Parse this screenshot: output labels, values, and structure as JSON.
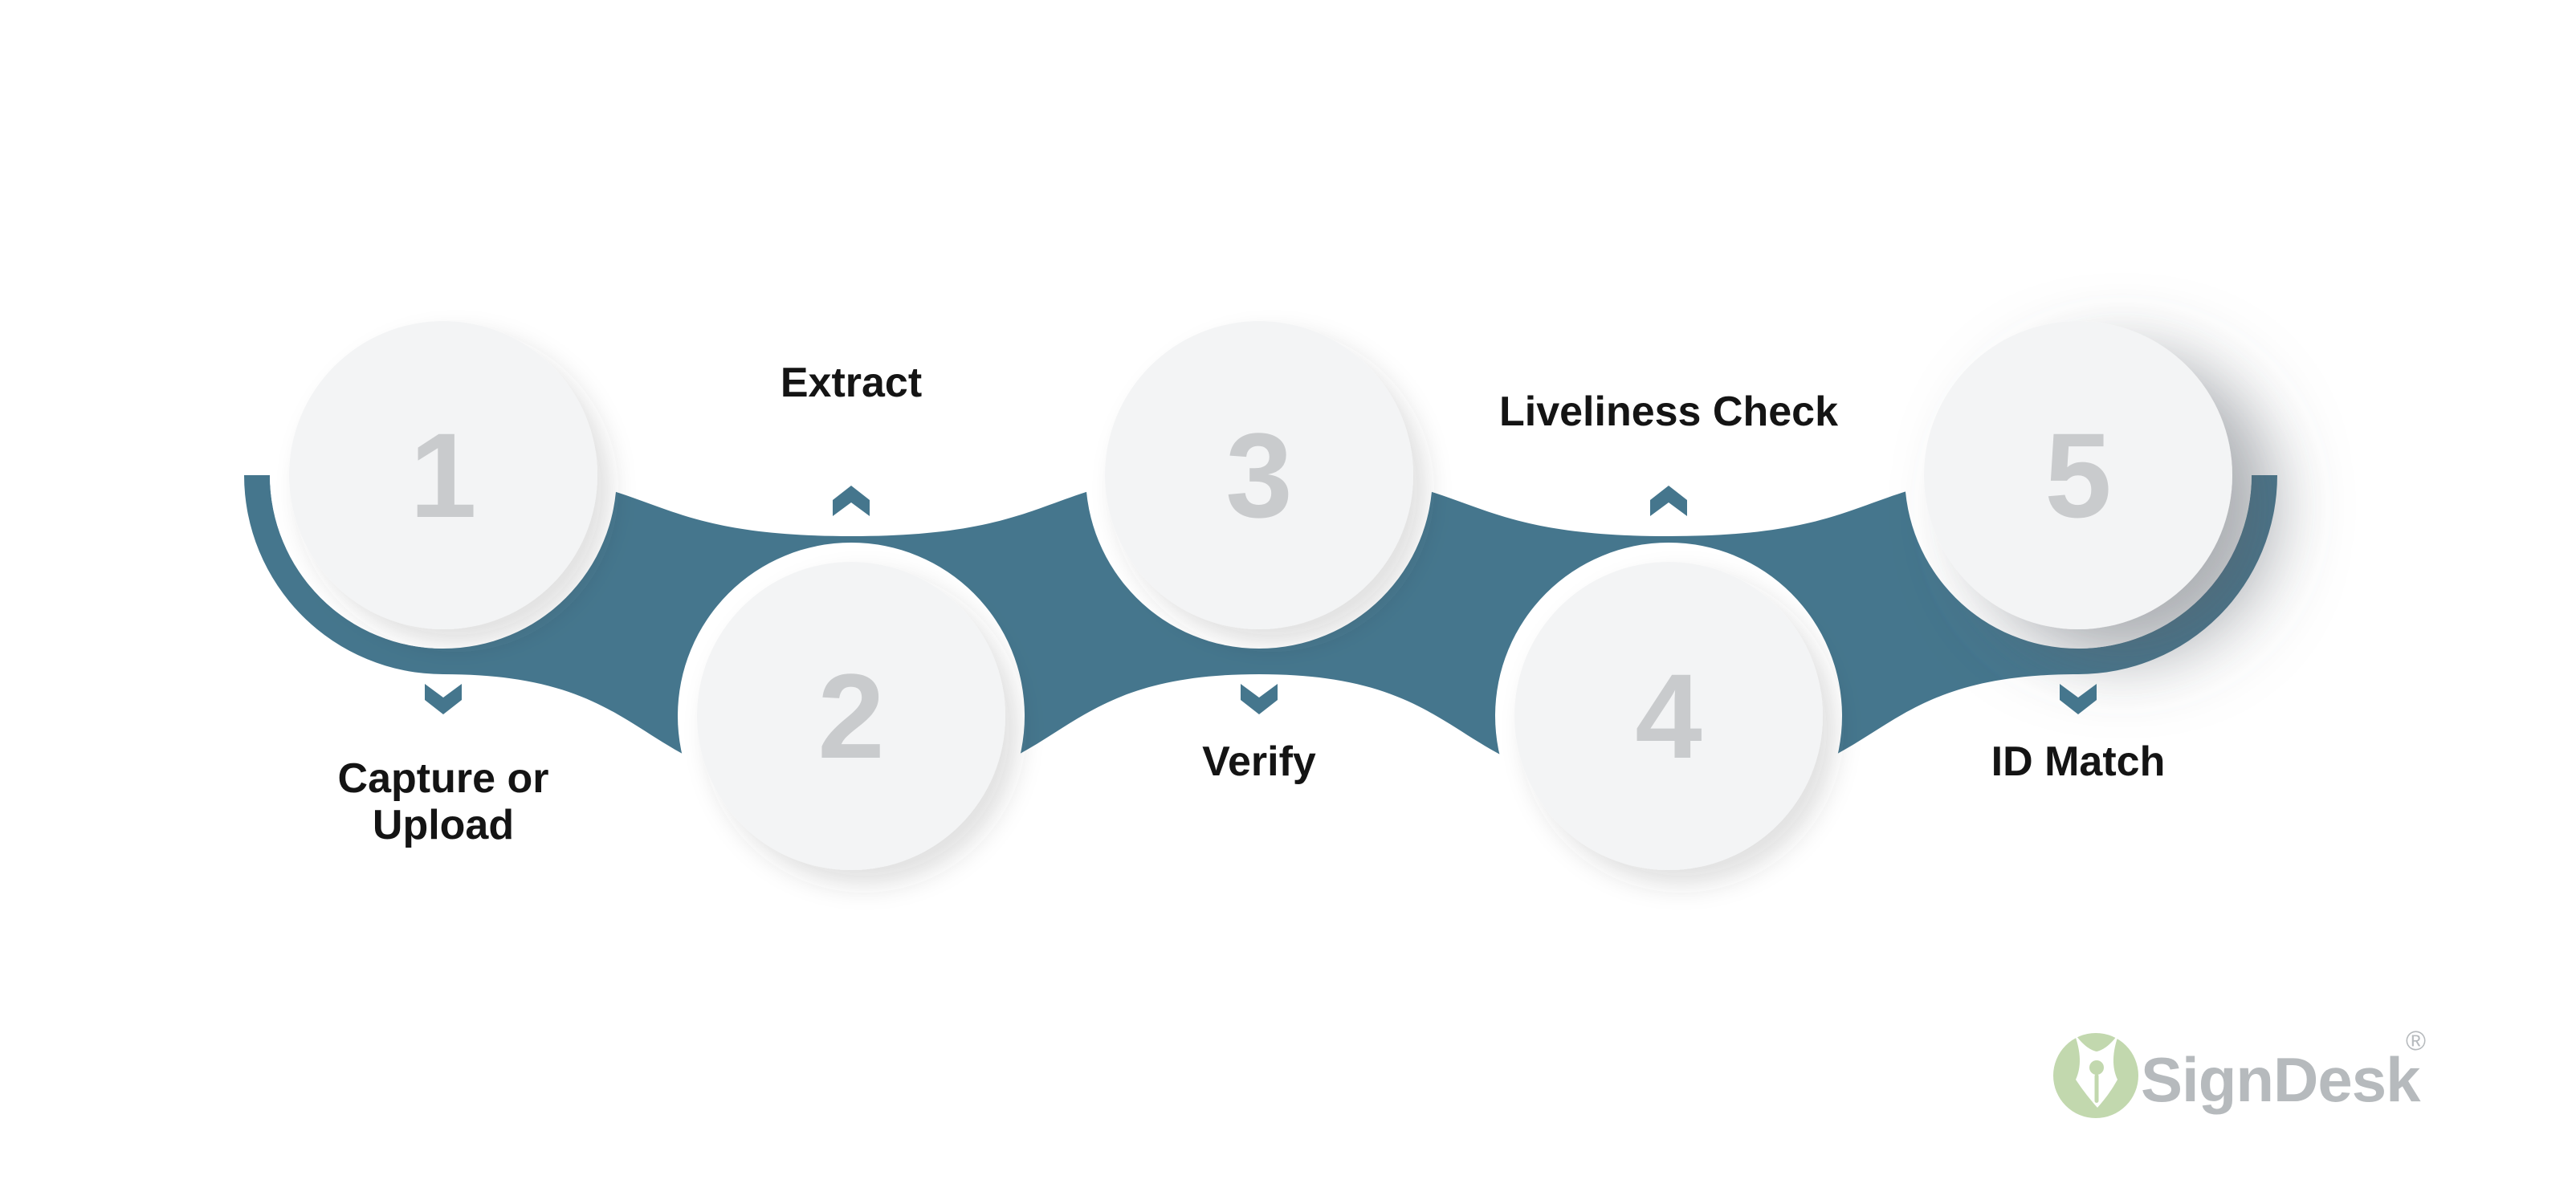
{
  "diagram": {
    "type": "process-steps-ribbon",
    "step_count": 5,
    "steps": [
      {
        "number": "1",
        "label": "Capture or Upload",
        "lines": [
          "Capture or",
          "Upload"
        ],
        "label_position": "below",
        "chevron": "down"
      },
      {
        "number": "2",
        "label": "Extract",
        "label_position": "above",
        "chevron": "up"
      },
      {
        "number": "3",
        "label": "Verify",
        "label_position": "below",
        "chevron": "down"
      },
      {
        "number": "4",
        "label": "Liveliness Check",
        "label_position": "above",
        "chevron": "up"
      },
      {
        "number": "5",
        "label": "ID Match",
        "label_position": "below",
        "chevron": "down"
      }
    ]
  },
  "brand": {
    "name": "SignDesk",
    "registered": "®",
    "icon": "pen-nib-in-circle"
  },
  "colors": {
    "band": "#45768D",
    "circle": "#f3f4f5",
    "number": "#c9cbcd",
    "label": "#141414",
    "logo_green": "#c2d8ae",
    "logo_text": "#b6babd",
    "bg": "#ffffff"
  }
}
